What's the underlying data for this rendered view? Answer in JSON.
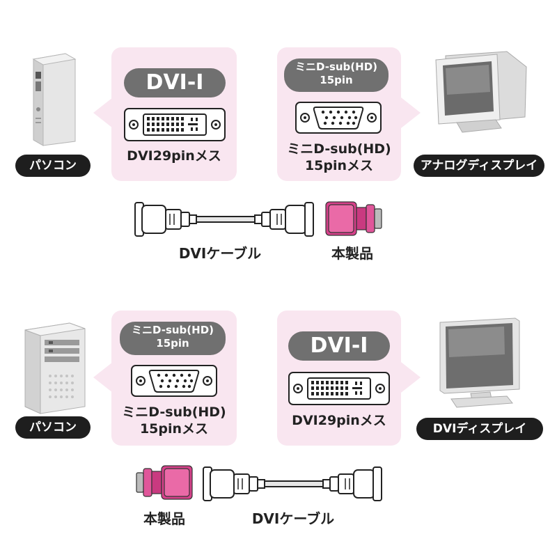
{
  "top": {
    "left_device_label": "パソコン",
    "left_bubble": {
      "pill": "DVI-I",
      "caption": "DVI29pinメス"
    },
    "right_bubble": {
      "pill_line1": "ミニD-sub(HD)",
      "pill_line2": "15pin",
      "caption_line1": "ミニD-sub(HD)",
      "caption_line2": "15pinメス"
    },
    "right_device_label": "アナログディスプレイ",
    "cable_label": "DVIケーブル",
    "product_label": "本製品"
  },
  "bottom": {
    "left_device_label": "パソコン",
    "left_bubble": {
      "pill_line1": "ミニD-sub(HD)",
      "pill_line2": "15pin",
      "caption_line1": "ミニD-sub(HD)",
      "caption_line2": "15pinメス"
    },
    "right_bubble": {
      "pill": "DVI-I",
      "caption": "DVI29pinメス"
    },
    "right_device_label": "DVIディスプレイ",
    "product_label": "本製品",
    "cable_label": "DVIケーブル"
  },
  "colors": {
    "bubble": "#f9e6f0",
    "pill": "#707070",
    "label_bg": "#1e1e1e",
    "adapter": "#e0569a"
  },
  "icons": [
    "tower-pc-icon",
    "crt-monitor-icon",
    "desktop-pc-icon",
    "lcd-monitor-icon",
    "dvi-cable-icon",
    "vga-dvi-adapter-icon"
  ]
}
